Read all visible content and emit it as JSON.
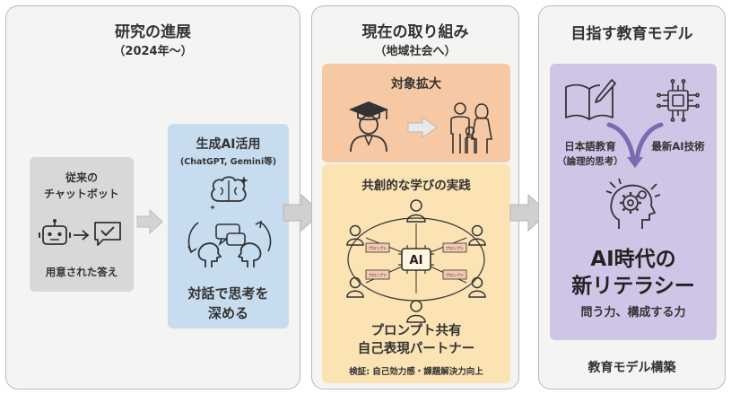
{
  "panels": [
    {
      "title": "研究の進展",
      "subtitle": "（2024年〜）",
      "old_bot": {
        "label_line1": "従来の",
        "label_line2": "チャットボット",
        "answer_label": "用意された答え"
      },
      "gen_ai": {
        "title": "生成AI活用",
        "subtitle": "(ChatGPT, Gemini等)",
        "caption_line1": "対話で思考を",
        "caption_line2": "深める"
      }
    },
    {
      "title": "現在の取り組み",
      "subtitle": "（地域社会へ）",
      "expansion": {
        "title": "対象拡大"
      },
      "practice": {
        "title": "共創的な学びの実践",
        "center_label": "AI",
        "prompt_tag": "プロンプト",
        "caption_line1": "プロンプト共有",
        "caption_line2": "自己表現パートナー",
        "verification": "検証: 自己効力感・課題解決力向上"
      }
    },
    {
      "title": "目指す教育モデル",
      "japanese_ed_line1": "日本語教育",
      "japanese_ed_line2": "（論理的思考）",
      "latest_ai": "最新AI技術",
      "goal_line1": "AI時代の",
      "goal_line2": "新リテラシー",
      "goal_sub": "問う力、構成する力",
      "footer": "教育モデル構築"
    }
  ],
  "colors": {
    "panel_bg": "#f4f4f3",
    "panel_border": "#b9b9b9",
    "grey_box": "#d8d8d8",
    "blue_box": "#c8dcef",
    "orange_box": "#f6c9a4",
    "yellow_box": "#fbe3b3",
    "purple_box": "#cfc5e6",
    "arrow": "#c9c9c9"
  },
  "icons": [
    "robot-icon",
    "chat-check-icon",
    "brain-icon",
    "discussion-heads-icon",
    "graduate-icon",
    "family-icon",
    "book-pen-icon",
    "ai-chip-icon",
    "gear-head-icon"
  ]
}
